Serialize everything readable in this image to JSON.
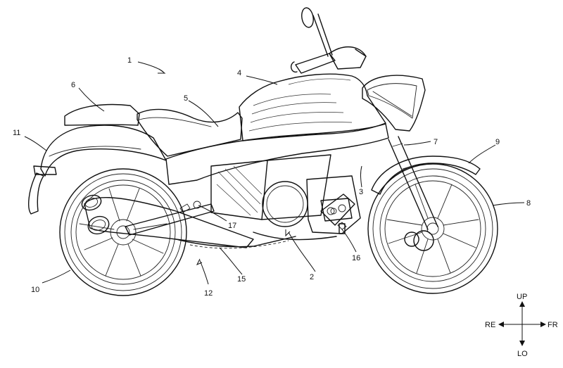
{
  "labels": {
    "l1": "1",
    "l2": "2",
    "l3": "3",
    "l4": "4",
    "l5": "5",
    "l6": "6",
    "l7": "7",
    "l8": "8",
    "l9": "9",
    "l10": "10",
    "l11": "11",
    "l12": "12",
    "l15": "15",
    "l16": "16",
    "l17": "17"
  },
  "directions": {
    "up": "UP",
    "down": "LO",
    "front": "FR",
    "rear": "RE"
  }
}
